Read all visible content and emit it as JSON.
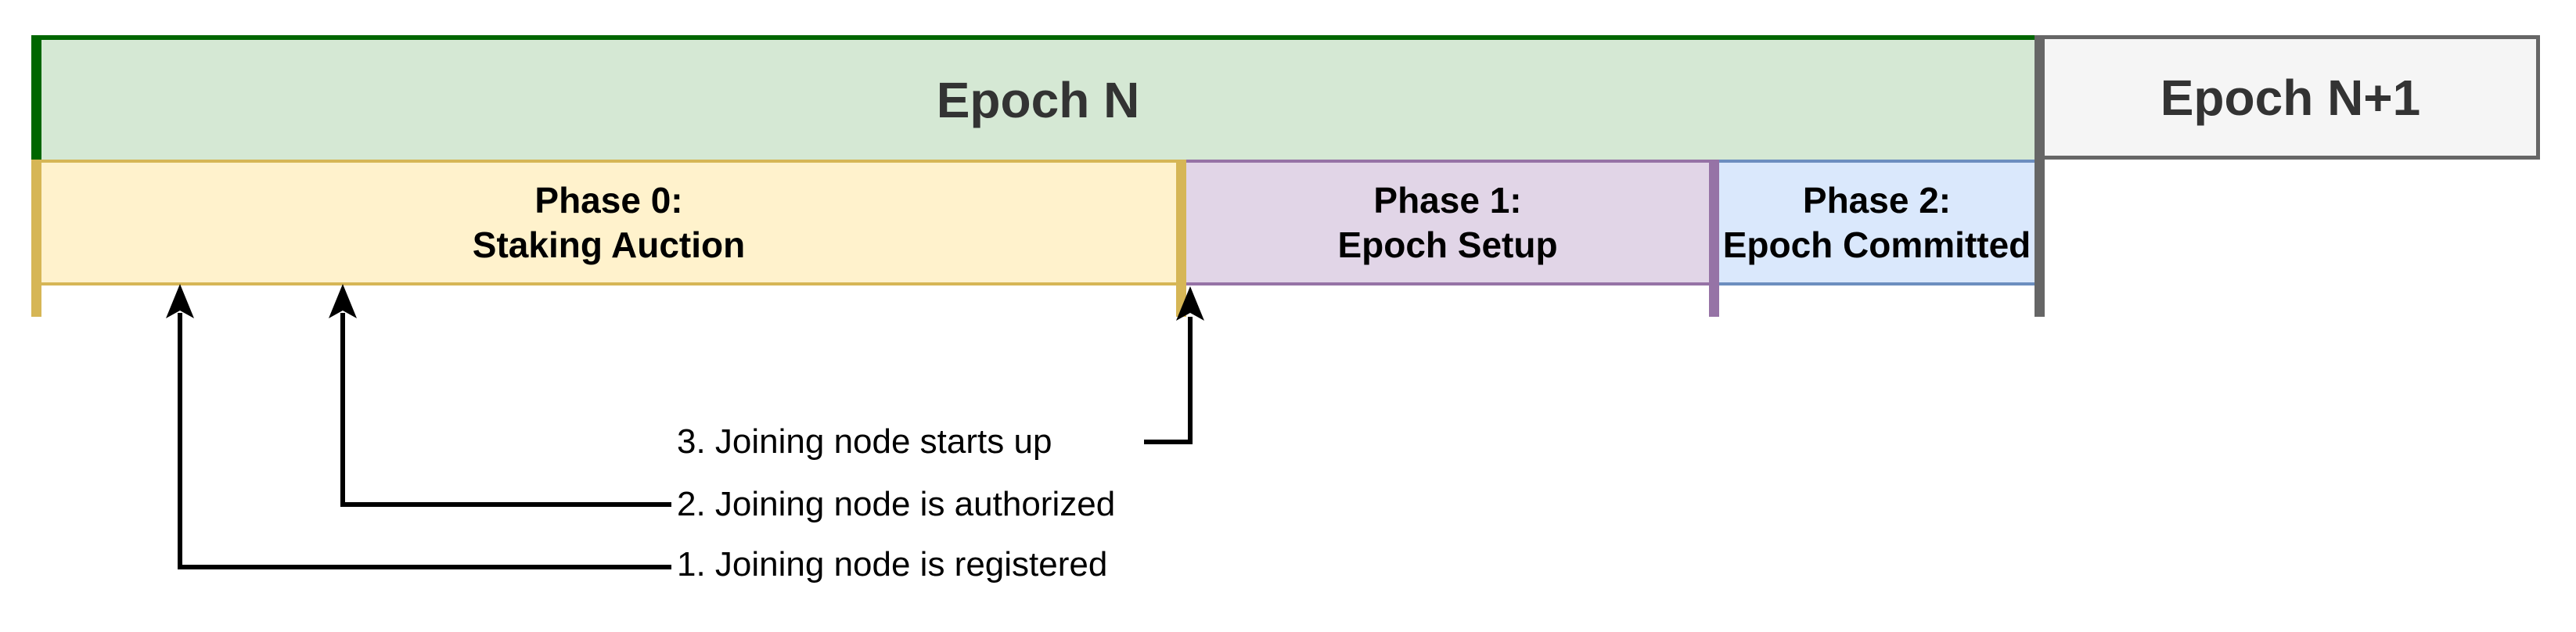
{
  "epoch_bar": {
    "epoch_n": {
      "label": "Epoch N",
      "fill": "#d5e8d4",
      "accent": "#006600"
    },
    "epoch_n1": {
      "label": "Epoch N+1",
      "fill": "#f5f5f5",
      "accent": "#666666"
    }
  },
  "phase_bar": {
    "phases": [
      {
        "title": "Phase 0:",
        "subtitle": "Staking Auction",
        "fill": "#fff2cc",
        "accent": "#d6b656"
      },
      {
        "title": "Phase 1:",
        "subtitle": "Epoch Setup",
        "fill": "#e1d5e7",
        "accent": "#9673a6"
      },
      {
        "title": "Phase 2:",
        "subtitle": "Epoch Committed",
        "fill": "#dae8fc",
        "accent": "#6c8ebf"
      }
    ]
  },
  "annotations": [
    {
      "label": "1. Joining node is registered"
    },
    {
      "label": "2. Joining node is authorized"
    },
    {
      "label": "3. Joining node starts up"
    }
  ],
  "colors": {
    "background": "#ffffff",
    "connector": "#000000",
    "epoch_text": "#333333",
    "phase_text": "#000000"
  }
}
